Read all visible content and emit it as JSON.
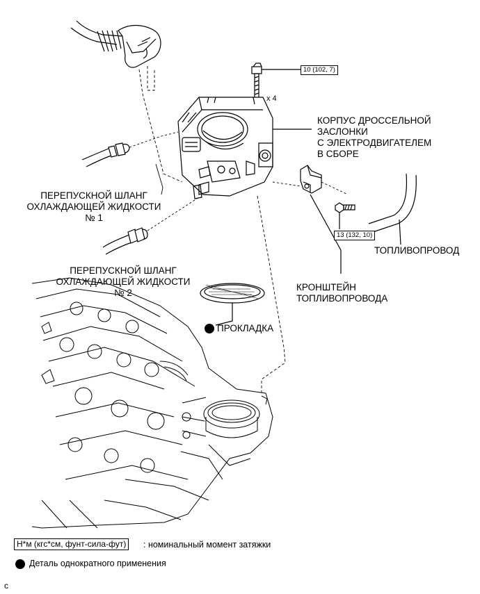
{
  "labels": {
    "throttle_body_lines": [
      "КОРПУС ДРОССЕЛЬНОЙ",
      "ЗАСЛОНКИ",
      "С ЭЛЕКТРОДВИГАТЕЛЕМ",
      "В СБОРЕ"
    ],
    "bypass_hose_1_lines": [
      "ПЕРЕПУСКНОЙ ШЛАНГ",
      "ОХЛАЖДАЮЩЕЙ ЖИДКОСТИ",
      "№ 1"
    ],
    "bypass_hose_2_lines": [
      "ПЕРЕПУСКНОЙ ШЛАНГ",
      "ОХЛАЖДАЮЩЕЙ ЖИДКОСТИ",
      "№ 2"
    ],
    "fuel_pipe": "ТОПЛИВОПРОВОД",
    "fuel_pipe_bracket_lines": [
      "КРОНШТЕЙН",
      "ТОПЛИВОПРОВОДА"
    ],
    "gasket": "ПРОКЛАДКА",
    "bolt_count": "x 4"
  },
  "torque": {
    "throttle_bolts": "10 (102, 7)",
    "bracket_bolt": "13 (132, 10)"
  },
  "legend": {
    "torque_units": "Н*м (кгс*см, фунт-сила-фут)",
    "torque_desc": ": номинальный момент затяжки",
    "non_reusable": "Деталь однократного применения"
  },
  "footer_mark": "c"
}
